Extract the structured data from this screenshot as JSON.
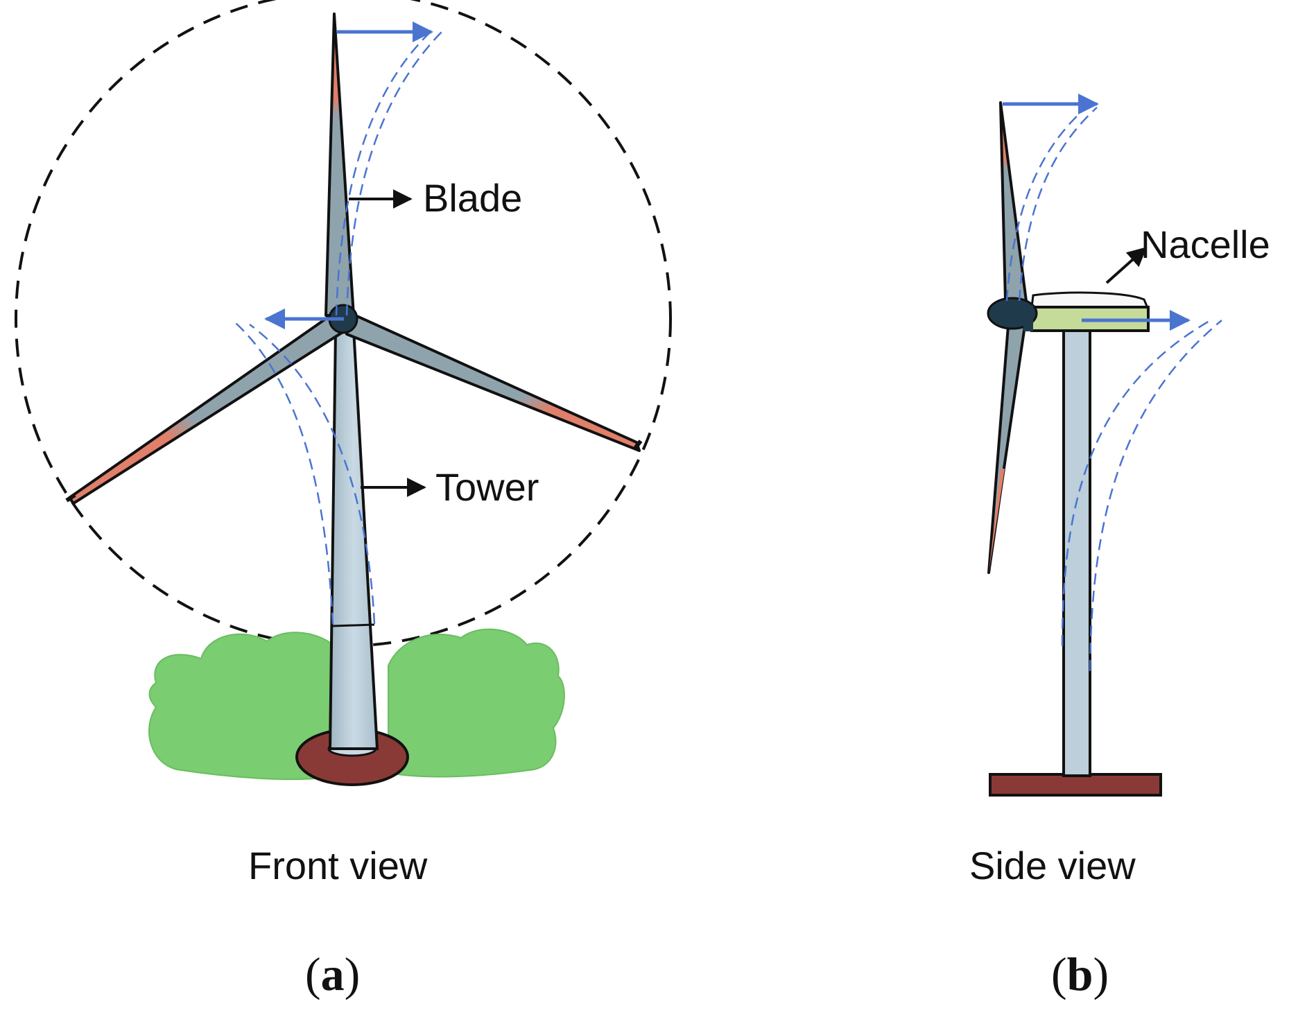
{
  "colors": {
    "blade": "#8FA3AD",
    "blade_tip": "#E07F6A",
    "tower": "#BCCFDA",
    "hub": "#1F3A4A",
    "foliage": "#7ACD70",
    "base": "#8A3A36",
    "nacelle": "#C4DB9A",
    "deflection": "#4A74D0"
  },
  "front": {
    "blade_label": "Blade",
    "tower_label": "Tower",
    "caption": "Front view",
    "panel": {
      "open": "(",
      "letter": "a",
      "close": ")"
    }
  },
  "side": {
    "nacelle_label": "Nacelle",
    "caption": "Side view",
    "panel": {
      "open": "(",
      "letter": "b",
      "close": ")"
    }
  }
}
